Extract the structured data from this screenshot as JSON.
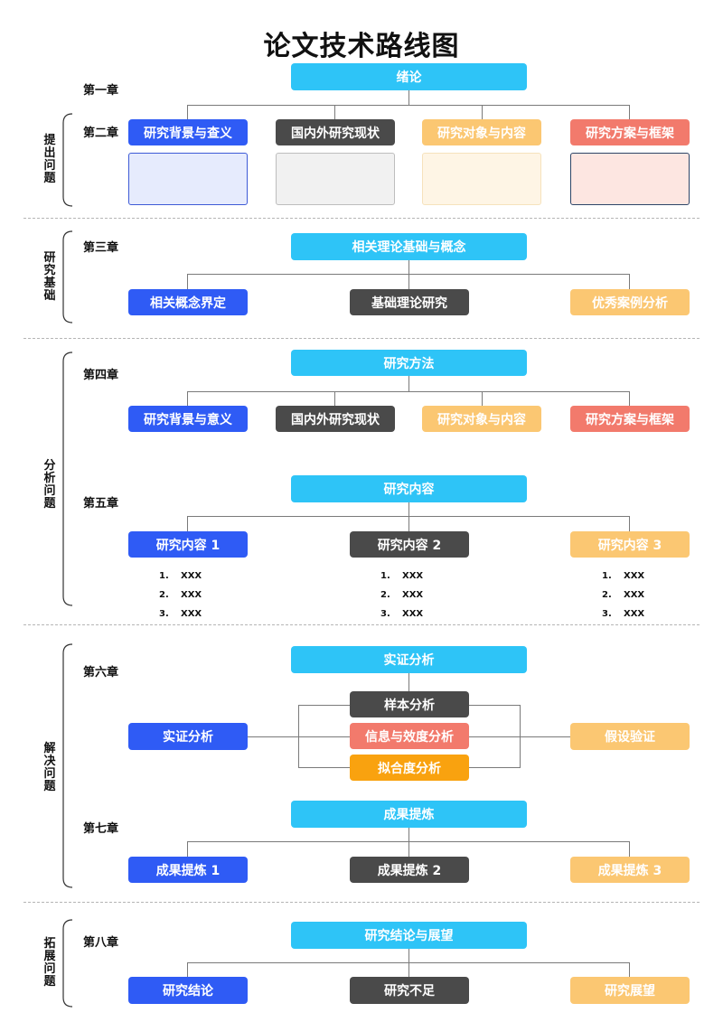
{
  "title": "论文技术路线图",
  "sections": {
    "s1": "提出问题",
    "s2": "研究基础",
    "s3": "分析问题",
    "s4": "解决问题",
    "s5": "拓展问题"
  },
  "chapters": {
    "c1": "第一章",
    "c2": "第二章",
    "c3": "第三章",
    "c4": "第四章",
    "c5": "第五章",
    "c6": "第六章",
    "c7": "第七章",
    "c8": "第八章"
  },
  "nodes": {
    "intro": "绪论",
    "bg_meaning_1": "研究背景与查义",
    "status_1": "国内外研究现状",
    "object_1": "研究对象与内容",
    "plan_1": "研究方案与框架",
    "theory_root": "相关理论基础与概念",
    "concept_def": "相关概念界定",
    "basic_theory": "基础理论研究",
    "case_analysis": "优秀案例分析",
    "method_root": "研究方法",
    "bg_meaning_2": "研究背景与意义",
    "status_2": "国内外研究现状",
    "object_2": "研究对象与内容",
    "plan_2": "研究方案与框架",
    "content_root": "研究内容",
    "content_1": "研究内容 1",
    "content_2": "研究内容 2",
    "content_3": "研究内容 3",
    "empirical_root": "实证分析",
    "empirical_left": "实证分析",
    "sample": "样本分析",
    "reliability": "信息与效度分析",
    "fit": "拟合度分析",
    "hypothesis": "假设验证",
    "result_root": "成果提炼",
    "result_1": "成果提炼 1",
    "result_2": "成果提炼 2",
    "result_3": "成果提炼 3",
    "conclusion_root": "研究结论与展望",
    "conclusion": "研究结论",
    "shortage": "研究不足",
    "outlook": "研究展望"
  },
  "lists": {
    "col1": [
      {
        "n": "1.",
        "t": "XXX"
      },
      {
        "n": "2.",
        "t": "XXX"
      },
      {
        "n": "3.",
        "t": "XXX"
      }
    ],
    "col2": [
      {
        "n": "1.",
        "t": "XXX"
      },
      {
        "n": "2.",
        "t": "XXX"
      },
      {
        "n": "3.",
        "t": "XXX"
      }
    ],
    "col3": [
      {
        "n": "1.",
        "t": "XXX"
      },
      {
        "n": "2.",
        "t": "XXX"
      },
      {
        "n": "3.",
        "t": "XXX"
      }
    ]
  },
  "colors": {
    "cyan": "#2EC4F7",
    "blue": "#2F5BF5",
    "dark": "#4A4A4A",
    "orange": "#FBC772",
    "salmon": "#F27A6C",
    "amber": "#F9A20F"
  }
}
